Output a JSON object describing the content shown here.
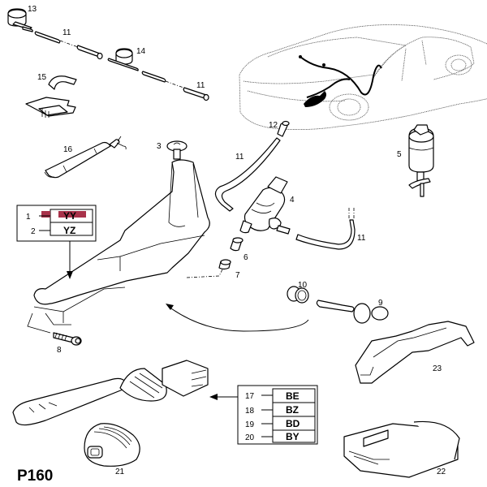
{
  "diagram": {
    "page_code": "P160",
    "highlight_color": "#a8324a",
    "callouts": [
      {
        "id": "label-13",
        "text": "13"
      },
      {
        "id": "label-11a",
        "text": "11"
      },
      {
        "id": "label-14",
        "text": "14"
      },
      {
        "id": "label-11b",
        "text": "11"
      },
      {
        "id": "label-15",
        "text": "15"
      },
      {
        "id": "label-16",
        "text": "16"
      },
      {
        "id": "label-3",
        "text": "3"
      },
      {
        "id": "label-12",
        "text": "12"
      },
      {
        "id": "label-11c",
        "text": "11"
      },
      {
        "id": "label-5",
        "text": "5"
      },
      {
        "id": "label-4",
        "text": "4"
      },
      {
        "id": "label-11d",
        "text": "11"
      },
      {
        "id": "label-6",
        "text": "6"
      },
      {
        "id": "label-7",
        "text": "7"
      },
      {
        "id": "label-10",
        "text": "10"
      },
      {
        "id": "label-9",
        "text": "9"
      },
      {
        "id": "label-8",
        "text": "8"
      },
      {
        "id": "label-23",
        "text": "23"
      },
      {
        "id": "label-21",
        "text": "21"
      },
      {
        "id": "label-22",
        "text": "22"
      }
    ],
    "reservoir_codes": {
      "rows": [
        {
          "item": "1",
          "code": "YY",
          "highlighted": true
        },
        {
          "item": "2",
          "code": "YZ",
          "highlighted": false
        }
      ]
    },
    "switch_codes": {
      "rows": [
        {
          "item": "17",
          "code": "BE"
        },
        {
          "item": "18",
          "code": "BZ"
        },
        {
          "item": "19",
          "code": "BD"
        },
        {
          "item": "20",
          "code": "BY"
        }
      ]
    }
  }
}
